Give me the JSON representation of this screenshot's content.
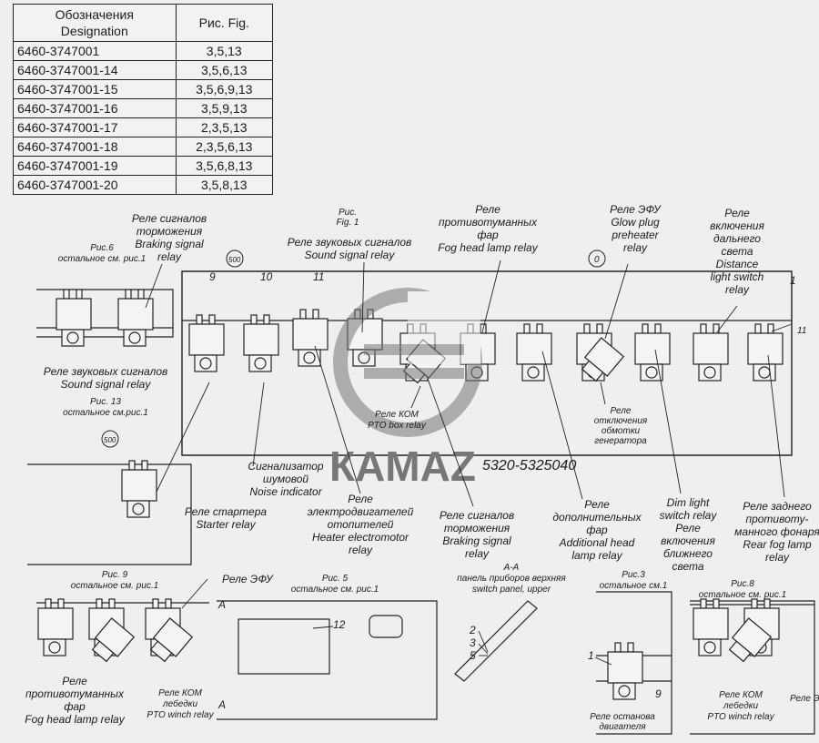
{
  "table": {
    "header_left_line1": "Обозначения",
    "header_left_line2": "Designation",
    "header_right": "Рис. Fig.",
    "rows": [
      {
        "designation": "6460-3747001",
        "figs": "3,5,13"
      },
      {
        "designation": "6460-3747001-14",
        "figs": "3,5,6,13"
      },
      {
        "designation": "6460-3747001-15",
        "figs": "3,5,6,9,13"
      },
      {
        "designation": "6460-3747001-16",
        "figs": "3,5,9,13"
      },
      {
        "designation": "6460-3747001-17",
        "figs": "2,3,5,13"
      },
      {
        "designation": "6460-3747001-18",
        "figs": "2,3,5,6,13"
      },
      {
        "designation": "6460-3747001-19",
        "figs": "3,5,6,8,13"
      },
      {
        "designation": "6460-3747001-20",
        "figs": "3,5,8,13"
      }
    ]
  },
  "labels": {
    "braking_signal_relay_top": [
      "Реле сигналов",
      "торможения",
      "Braking signal",
      "relay"
    ],
    "fig6": [
      "Рис.6",
      "остальное см. рис.1"
    ],
    "fig1": [
      "Рис.",
      "Fig. 1"
    ],
    "sound_signal_relay_top": [
      "Реле звуковых сигналов",
      "Sound signal relay"
    ],
    "fog_head_lamp_relay_top": [
      "Реле",
      "противотуманных",
      "фар",
      "Fog head lamp relay"
    ],
    "glow_plug_relay": [
      "Реле ЭФУ",
      "Glow plug",
      "preheater",
      "relay"
    ],
    "distance_light_relay": [
      "Реле",
      "включения",
      "дальнего",
      "света",
      "Distance",
      "light switch",
      "relay"
    ],
    "sound_signal_relay_fig6": [
      "Реле звуковых сигналов",
      "Sound signal relay"
    ],
    "fig13": [
      "Рис. 13",
      "остальное см.рис.1"
    ],
    "pto_box_relay": [
      "Реле КОМ",
      "PTO box relay"
    ],
    "generator_relay": [
      "Реле",
      "отключения",
      "обмотки",
      "генератора"
    ],
    "noise_indicator": [
      "Сигнализатор",
      "шумовой",
      "Noise indicator"
    ],
    "starter_relay": [
      "Реле стартера",
      "Starter relay"
    ],
    "heater_relay": [
      "Реле",
      "электродвигателей",
      "отопителей",
      "Heater electromotor",
      "relay"
    ],
    "braking_signal_relay_bottom": [
      "Реле сигналов",
      "торможения",
      "Braking signal",
      "relay"
    ],
    "additional_head_lamp_relay": [
      "Реле",
      "дополнительных",
      "фар",
      "Additional head",
      "lamp relay"
    ],
    "dim_light_relay": [
      "Dim light",
      "switch relay",
      "Реле",
      "включения",
      "ближнего",
      "света"
    ],
    "rear_fog_lamp_relay": [
      "Реле заднего",
      "противоту-",
      "манного фонаря",
      "Rear fog lamp",
      "relay"
    ],
    "brand": "КАМАZ",
    "part_number": "5320-5325040",
    "fig9": [
      "Рис. 9",
      "остальное см. рис.1"
    ],
    "efu_fig9": "Реле ЭФУ",
    "fog_head_lamp_relay_fig9": [
      "Реле",
      "противотуманных",
      "фар",
      "Fog head lamp relay"
    ],
    "pto_winch_relay_fig9": [
      "Реле КОМ",
      "лебедки",
      "PTO winch relay"
    ],
    "fig5": [
      "Рис. 5",
      "остальное см. рис.1"
    ],
    "section_aa": [
      "А-А",
      "панель приборов верхняя",
      "switch panel, upper"
    ],
    "fig3": [
      "Рис.3",
      "остальное см.1"
    ],
    "engine_stop_relay": [
      "Реле останова",
      "двигателя"
    ],
    "fig8": [
      "Рис.8",
      "остальное см. рис.1"
    ],
    "pto_winch_relay_fig8": [
      "Реле КОМ",
      "лебедки",
      "PTO winch relay"
    ],
    "efu_fig8": "Реле ЭФ",
    "num_9": "9",
    "num_10": "10",
    "num_11": "11",
    "num_1": "1",
    "num_11b": "11",
    "num_12": "12",
    "num_2": "2",
    "num_3": "3",
    "num_5": "5",
    "num_1b": "1",
    "num_9b": "9",
    "circle_500a": "500",
    "circle_0": "0",
    "circle_500b": "500",
    "letter_a_top": "А",
    "letter_a_bottom": "А"
  }
}
